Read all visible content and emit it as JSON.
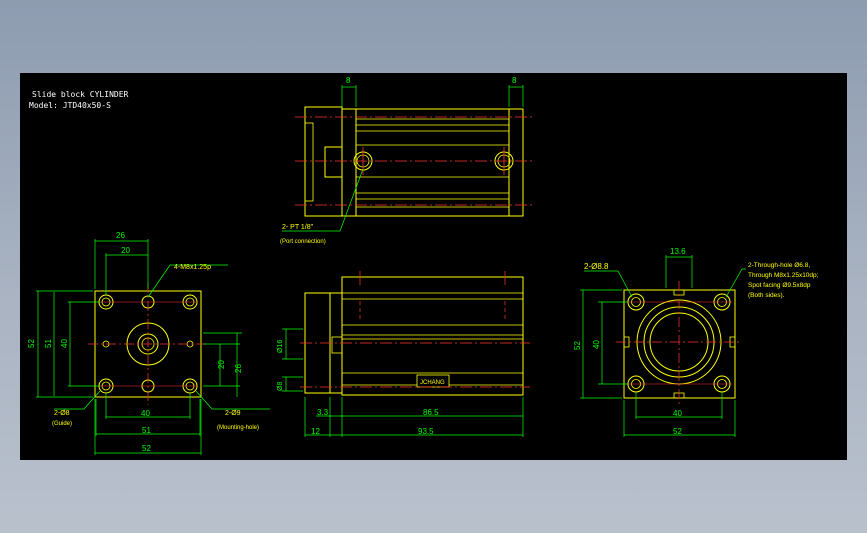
{
  "title": {
    "line1": "Slide block CYLINDER",
    "line2": "Model: JTD40x50-S"
  },
  "side_view": {
    "dims_top": [
      "8",
      "8"
    ],
    "port_label": "2- PT 1/8\"",
    "port_sub": "(Port connection)"
  },
  "front_view": {
    "dim_26": "26",
    "dim_20": "20",
    "thread_label": "4-M8x1.25p",
    "dim_52v": "52",
    "dim_51v": "51",
    "dim_40v": "40",
    "dim_20v": "20",
    "dim_26v": "26",
    "dim_40h": "40",
    "dim_51h": "51",
    "dim_52h": "52",
    "guide_label": "2-Ø8",
    "guide_sub": "(Guide)",
    "mount_label": "2-Ø9",
    "mount_sub": "(Mounting-hole)"
  },
  "bottom_side_view": {
    "dim_16": "Ø16",
    "dim_8": "Ø8",
    "dim_33": "3.3",
    "dim_865": "86.5",
    "dim_12": "12",
    "dim_935": "93.5",
    "nameplate": "JCHANG"
  },
  "rear_view": {
    "dim_136": "13.6",
    "left_label": "2-Ø8.8",
    "note_line1": "2-Through-hole Ø6.8,",
    "note_line2": "Through M8x1.25x10dp;",
    "note_line3": "Spot facing Ø9.5x8dp",
    "note_line4": "(Both sides).",
    "dim_52v": "52",
    "dim_40v": "40",
    "dim_40h": "40",
    "dim_52h": "52"
  },
  "colors": {
    "outline": "#ffff00",
    "dimension": "#00ff00",
    "center": "#ff3333",
    "hidden": "#ff3333",
    "annotation_text": "#ffffff"
  }
}
